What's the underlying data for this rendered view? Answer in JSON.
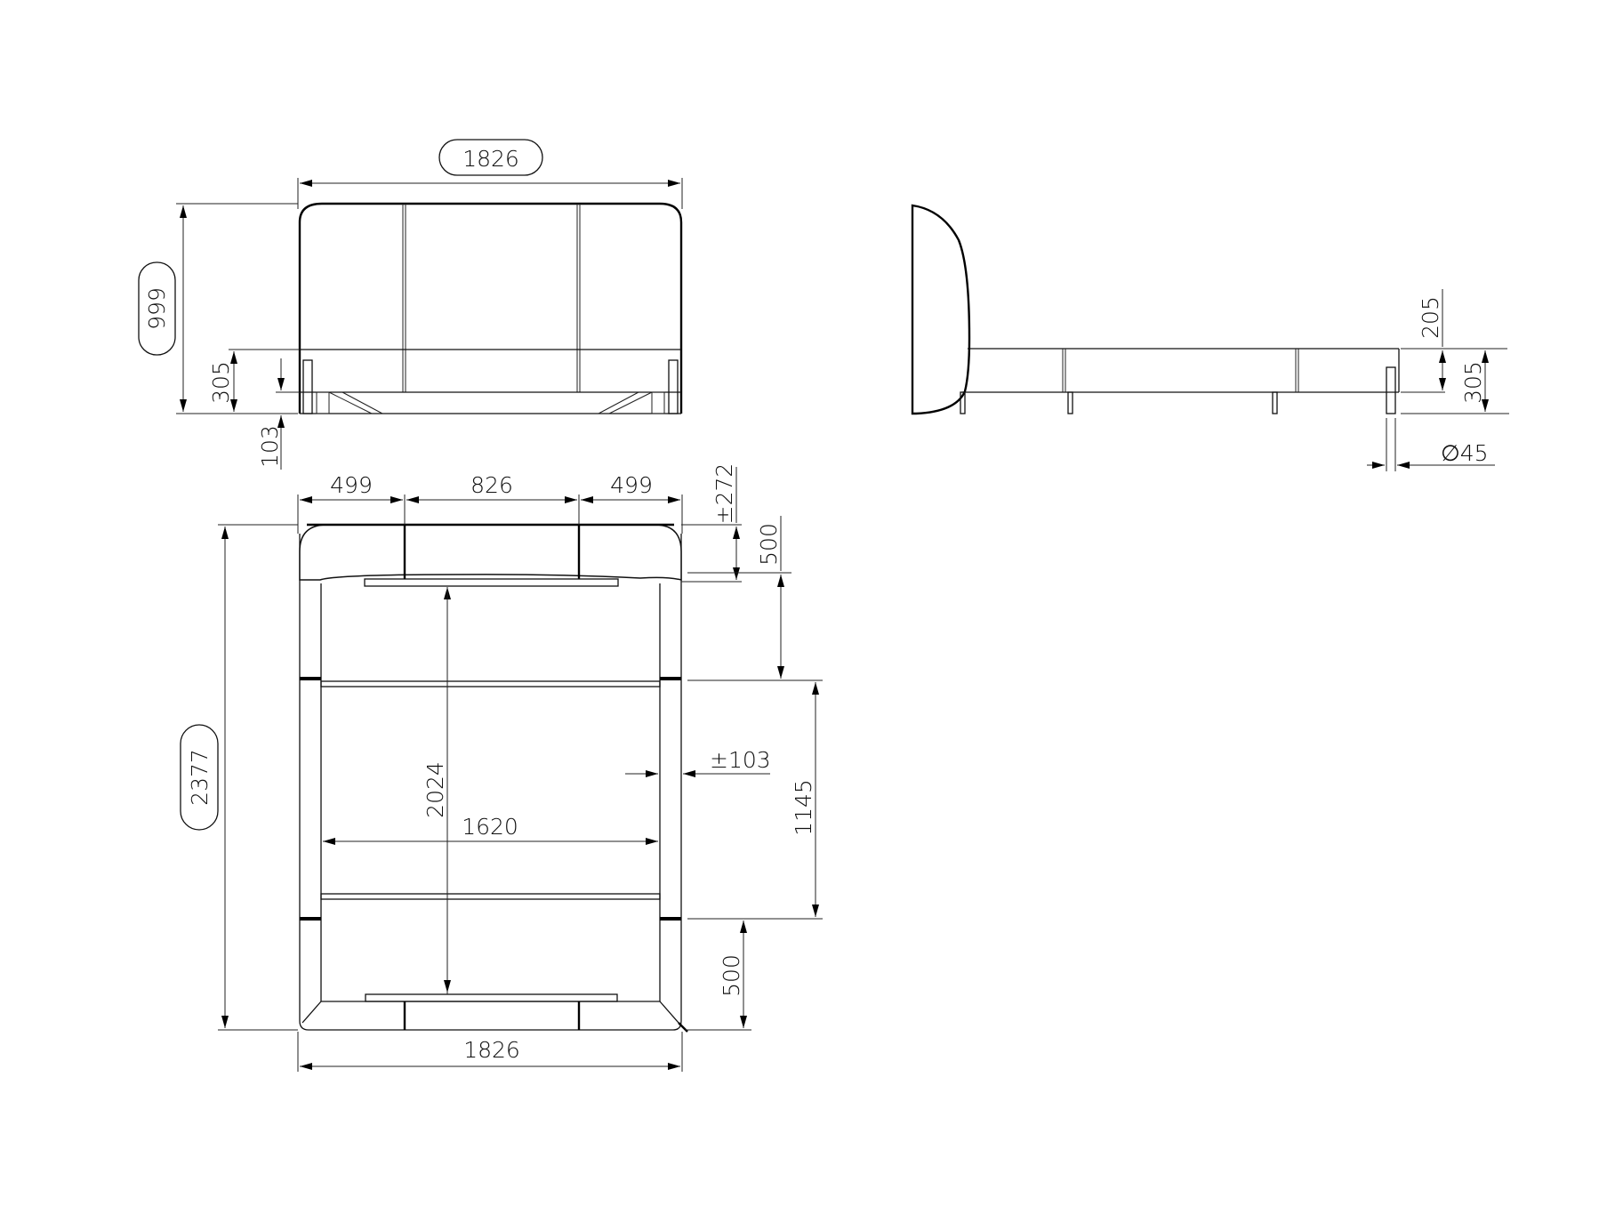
{
  "drawing": {
    "front_view": {
      "overall_width": "1826",
      "overall_height": "999",
      "frame_height": "305",
      "leg_clearance": "103"
    },
    "side_view": {
      "rail_height": "205",
      "frame_height": "305",
      "leg_diameter": "∅45"
    },
    "top_view": {
      "segment_left": "499",
      "segment_center": "826",
      "segment_right": "499",
      "headboard_depth": "±272",
      "overall_length": "2377",
      "mattress_length": "2024",
      "mattress_width": "1620",
      "side_rail_offset": "±103",
      "head_leg_offset": "500",
      "leg_spacing": "1145",
      "foot_leg_offset": "500",
      "overall_width": "1826"
    }
  }
}
